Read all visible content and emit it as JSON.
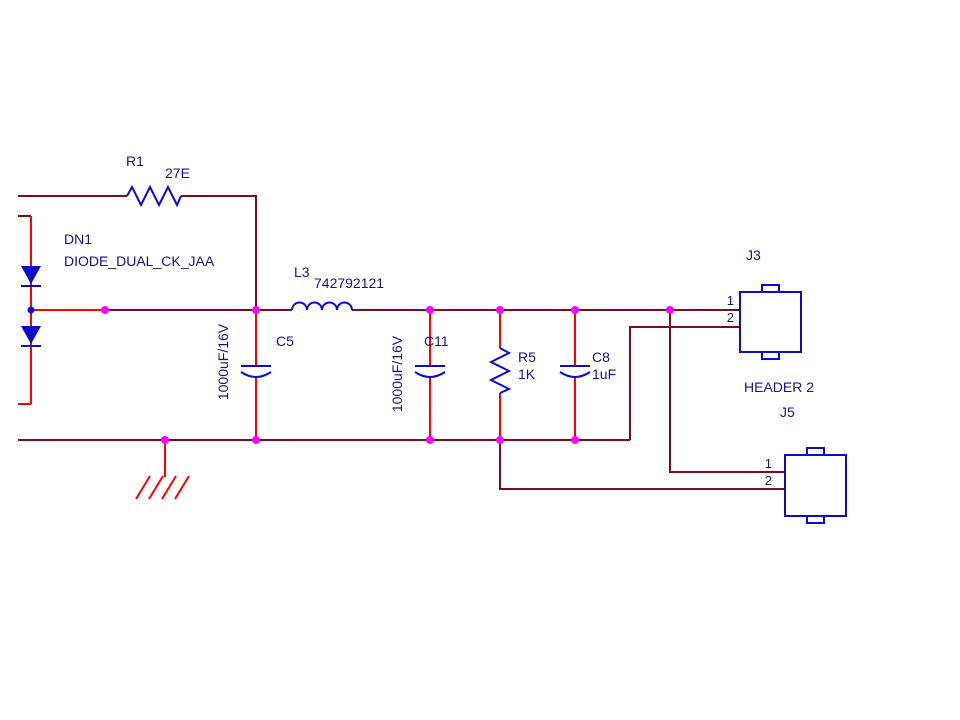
{
  "colors": {
    "wire_dark": "#7a0c20",
    "wire_red": "#ff0000",
    "component_blue": "#0b0bd0",
    "label_text": "#12128c",
    "junction_dot": "#ff00ff",
    "background": "#ffffff"
  },
  "components": {
    "r1": {
      "ref": "R1",
      "value": "27E"
    },
    "dn1": {
      "ref": "DN1",
      "value": "DIODE_DUAL_CK_JAA"
    },
    "l3": {
      "ref": "L3",
      "value": "742792121"
    },
    "c5": {
      "ref": "C5",
      "value": "1000uF/16V"
    },
    "c11": {
      "ref": "C11",
      "value": "1000uF/16V"
    },
    "r5": {
      "ref": "R5",
      "value": "1K"
    },
    "c8": {
      "ref": "C8",
      "value": "1uF"
    },
    "j3": {
      "ref": "J3",
      "value": "HEADER 2",
      "pin1": "1",
      "pin2": "2"
    },
    "j5": {
      "ref": "J5",
      "pin1": "1",
      "pin2": "2"
    }
  }
}
